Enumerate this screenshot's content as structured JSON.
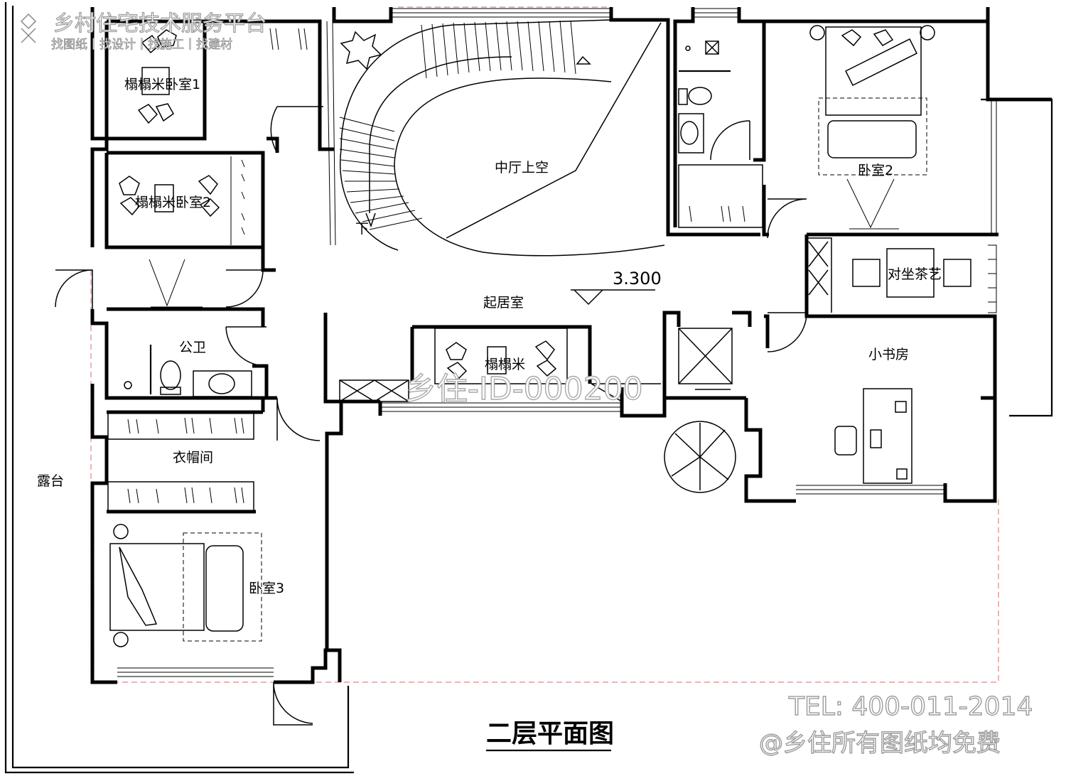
{
  "plan_title": "二层平面图",
  "elevation_mark": "3.300",
  "rooms": {
    "tatami_bedroom_1": "榻榻米卧室1",
    "tatami_bedroom_2": "榻榻米卧室2",
    "public_bathroom": "公卫",
    "cloakroom": "衣帽间",
    "bedroom_3": "卧室3",
    "terrace": "露台",
    "atrium_void": "中厅上空",
    "stairs_down": "下",
    "living_room": "起居室",
    "tatami": "榻榻米",
    "bedroom_2": "卧室2",
    "tea_corner": "对坐茶艺",
    "study": "小书房"
  },
  "watermarks": {
    "platform_name": "乡村住宅技术服务平台",
    "platform_services": "找图纸丨找设计丨找施工丨找建材",
    "drawing_id": "乡住-ID-000200",
    "phone": "TEL: 400-011-2014",
    "free_notice": "@乡住所有图纸均免费"
  }
}
